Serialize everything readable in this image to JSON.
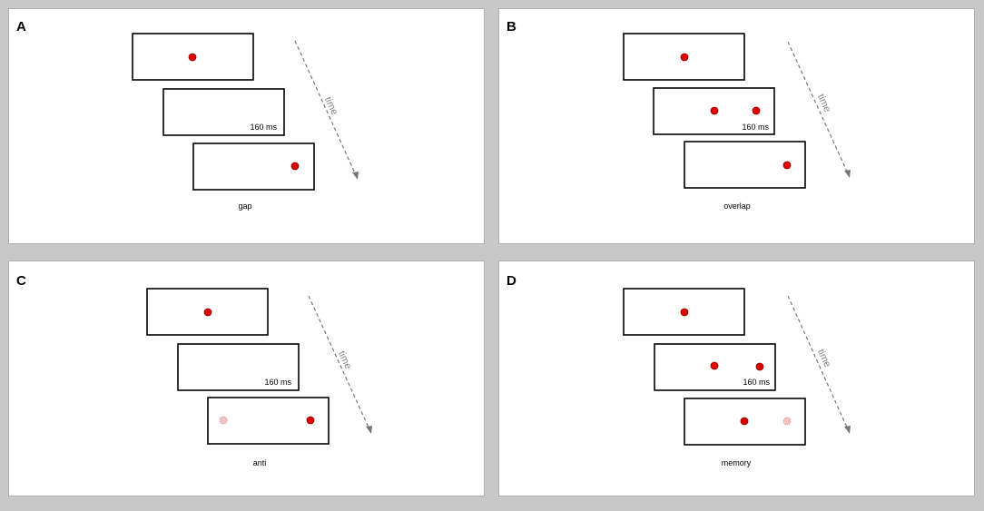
{
  "colors": {
    "target": "#e00000",
    "target_stroke": "#8a0000",
    "ghost_fill": "#f4c2c2",
    "ghost_stroke": "#d88888",
    "arrow": "#777777",
    "time_text": "#888888"
  },
  "panels": [
    {
      "letter": "A",
      "condition": "gap",
      "duration_label": "160 ms",
      "frames": [
        {
          "dots": [
            {
              "kind": "center"
            }
          ]
        },
        {
          "dots": []
        },
        {
          "dots": [
            {
              "kind": "right"
            }
          ]
        }
      ],
      "arrow_label": "time"
    },
    {
      "letter": "B",
      "condition": "overlap",
      "duration_label": "160 ms",
      "frames": [
        {
          "dots": [
            {
              "kind": "center"
            }
          ]
        },
        {
          "dots": [
            {
              "kind": "mid"
            },
            {
              "kind": "right"
            }
          ]
        },
        {
          "dots": [
            {
              "kind": "right"
            }
          ]
        }
      ],
      "arrow_label": "time"
    },
    {
      "letter": "C",
      "condition": "anti",
      "duration_label": "160 ms",
      "frames": [
        {
          "dots": [
            {
              "kind": "center"
            }
          ]
        },
        {
          "dots": []
        },
        {
          "dots": [
            {
              "kind": "left-ghost"
            },
            {
              "kind": "right"
            }
          ]
        }
      ],
      "arrow_label": "time"
    },
    {
      "letter": "D",
      "condition": "memory",
      "duration_label": "160 ms",
      "frames": [
        {
          "dots": [
            {
              "kind": "center"
            }
          ]
        },
        {
          "dots": [
            {
              "kind": "mid"
            },
            {
              "kind": "right"
            }
          ]
        },
        {
          "dots": [
            {
              "kind": "mid"
            },
            {
              "kind": "right-ghost"
            }
          ]
        }
      ],
      "arrow_label": "time"
    }
  ]
}
